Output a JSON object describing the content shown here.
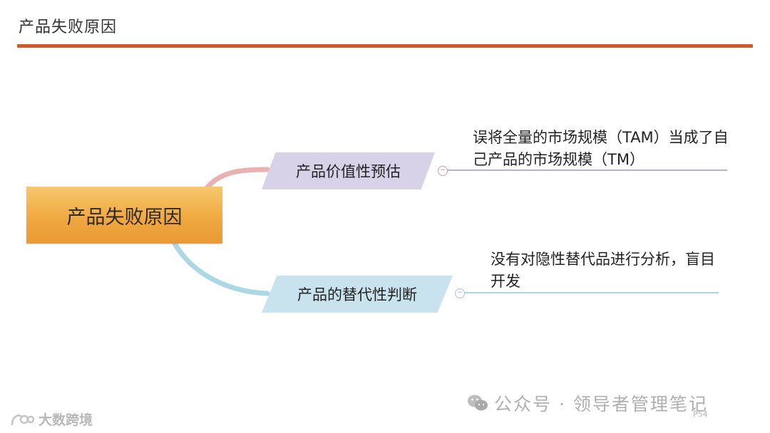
{
  "page": {
    "title": "产品失败原因",
    "accent_color": "#cf5a2a",
    "slide_number": "P54"
  },
  "mindmap": {
    "root": {
      "label": "产品失败原因",
      "color": "#f0a63e"
    },
    "branches": [
      {
        "label": "产品价值性预估",
        "color": "#d7d2e8",
        "connector_color": "#e8b0b0",
        "detail": "误将全量的市场规模（TAM）当成了自己产品的市场规模（TM）"
      },
      {
        "label": "产品的替代性判断",
        "color": "#c9e3ee",
        "connector_color": "#a9d6e0",
        "detail": "没有对隐性替代品进行分析，盲目开发"
      }
    ]
  },
  "watermarks": {
    "wechat": "公众号 · 领导者管理笔记",
    "logo": "大数跨境"
  }
}
